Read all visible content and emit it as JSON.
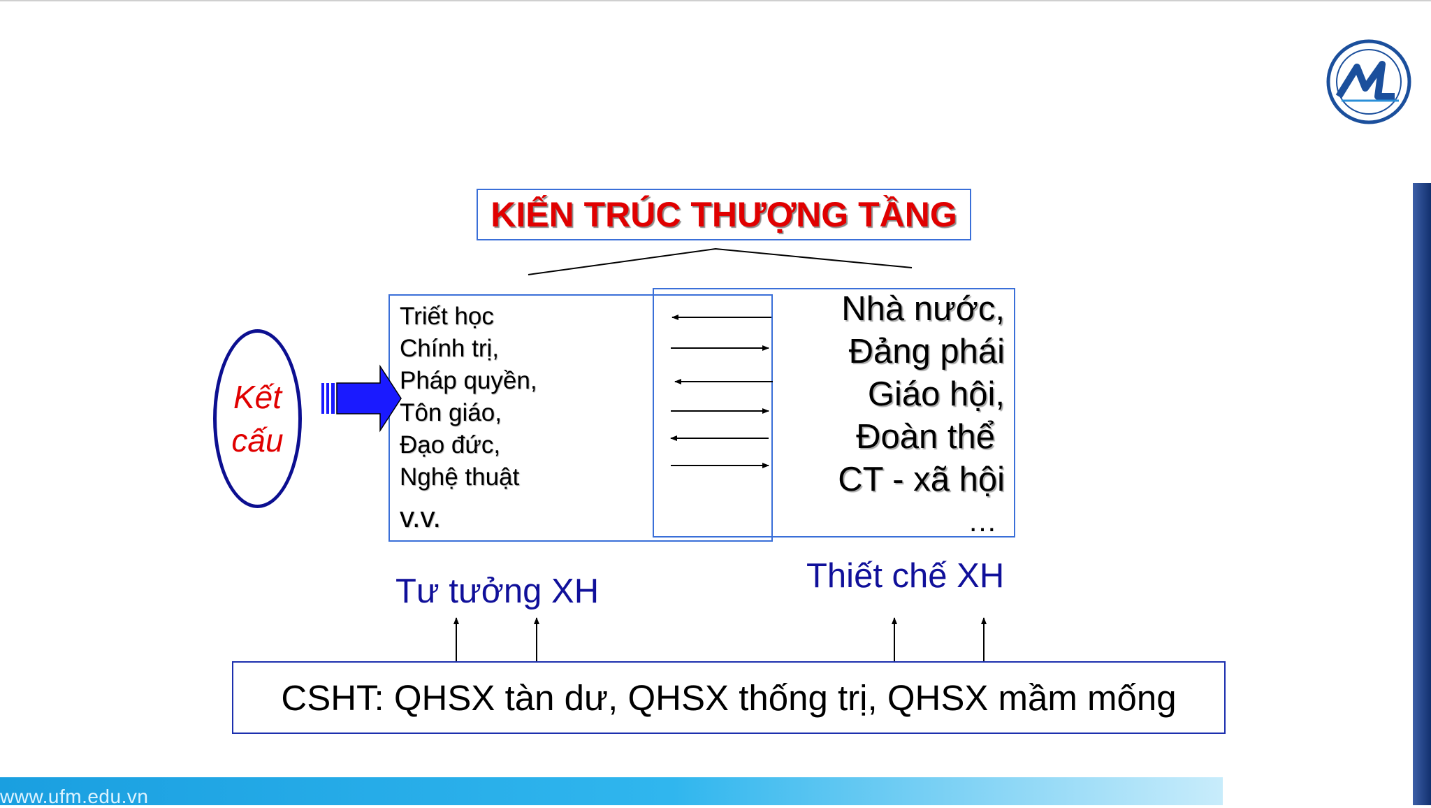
{
  "title": "KIẾN TRÚC THƯỢNG TẦNG",
  "oval": {
    "line1": "Kết",
    "line2": "cấu"
  },
  "left_items": [
    "Triết học",
    "Chính trị,",
    "Pháp quyền,",
    "Tôn giáo,",
    "Đạo đức,",
    "Nghệ thuật"
  ],
  "left_etc": "v.v.",
  "right_items": [
    "Nhà nước,",
    "Đảng phái",
    "Giáo hội,",
    "Đoàn thể",
    "CT - xã hội"
  ],
  "right_etc": "…",
  "label_left": "Tư tưởng XH",
  "label_right": "Thiết chế XH",
  "base": "CSHT: QHSX tàn dư, QHSX thống trị, QHSX mầm mống",
  "footer": {
    "url": "www.ufm.edu.vn"
  },
  "colors": {
    "accent_red": "#e00000",
    "dark_blue": "#10109a",
    "box_blue": "#3a6fd8",
    "arrow_blue": "#1a1aff"
  }
}
